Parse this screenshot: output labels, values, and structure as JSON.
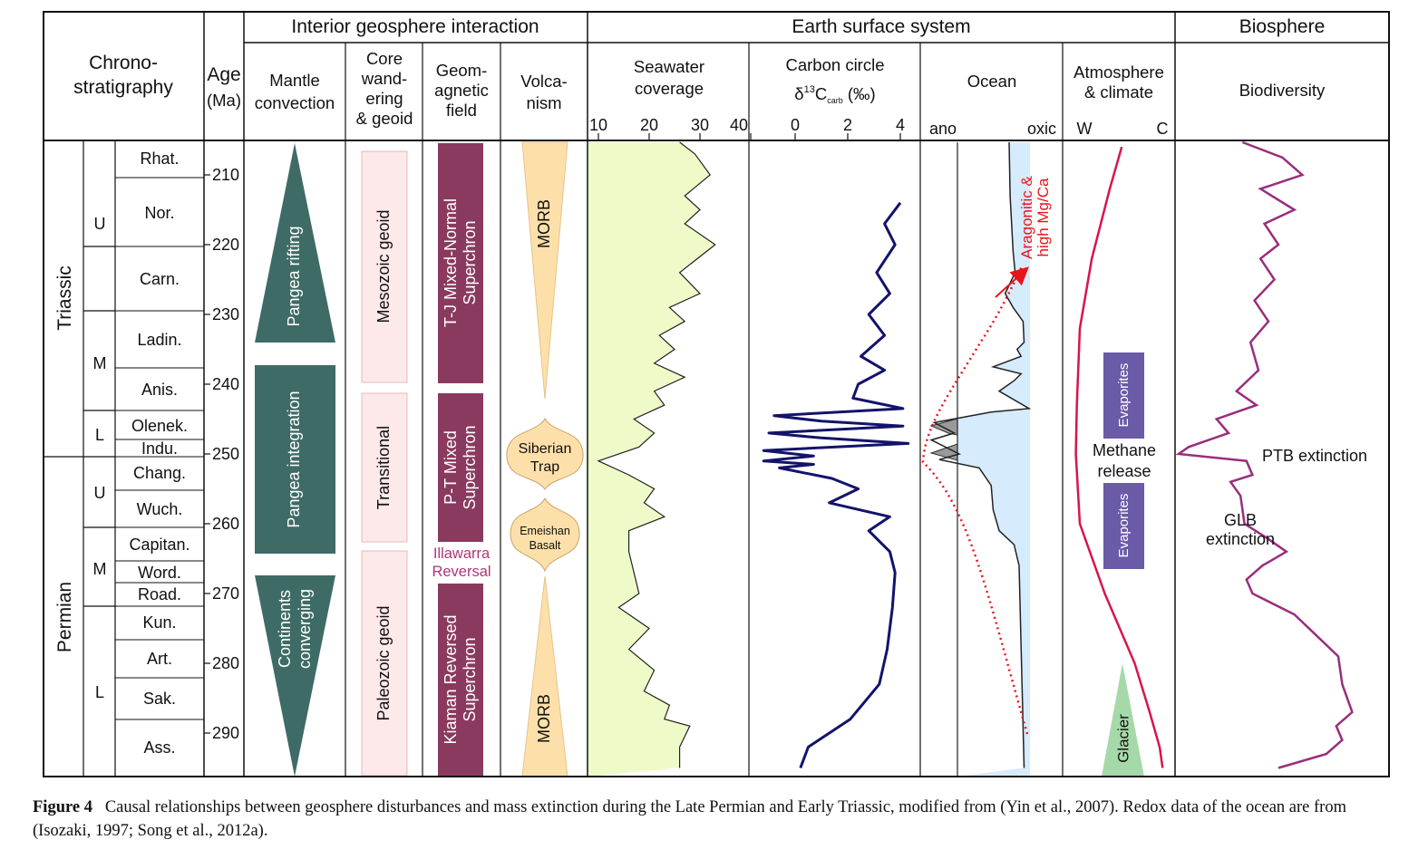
{
  "headers": {
    "chrono": [
      "Chrono-",
      "stratigraphy"
    ],
    "age": [
      "Age",
      "(Ma)"
    ],
    "interior": "Interior geosphere interaction",
    "surface": "Earth surface system",
    "biosphere": "Biosphere",
    "mantle": [
      "Mantle",
      "convection"
    ],
    "core": [
      "Core",
      "wand-",
      "ering",
      "& geoid"
    ],
    "geomag": [
      "Geom-",
      "agnetic",
      "field"
    ],
    "volc": [
      "Volca-",
      "nism"
    ],
    "seawater": [
      "Seawater",
      "coverage"
    ],
    "carbon": "Carbon circle",
    "d13c": {
      "delta": "δ",
      "sup": "13",
      "c": "C",
      "sub": "carb",
      "unit": " (‰)"
    },
    "ocean": "Ocean",
    "atmos": [
      "Atmosphere",
      "& climate"
    ],
    "biodiv": "Biodiversity"
  },
  "scales": {
    "seawater_ticks": [
      "10",
      "20",
      "30",
      "40"
    ],
    "carbon_ticks": [
      "0",
      "2",
      "4"
    ],
    "ocean_ends": [
      "ano",
      "oxic"
    ],
    "atmos_ends": [
      "W",
      "C"
    ]
  },
  "periods": [
    "Triassic",
    "Permian"
  ],
  "epochs": [
    "U",
    "M",
    "L",
    "U",
    "M",
    "L"
  ],
  "stages": [
    "Rhat.",
    "Nor.",
    "Carn.",
    "Ladin.",
    "Anis.",
    "Olenek.",
    "Indu.",
    "Chang.",
    "Wuch.",
    "Capitan.",
    "Word.",
    "Road.",
    "Kun.",
    "Art.",
    "Sak.",
    "Ass."
  ],
  "ages": [
    "210",
    "220",
    "230",
    "240",
    "250",
    "260",
    "270",
    "280",
    "290"
  ],
  "mantle": [
    "Pangea rifting",
    "Pangea integration",
    "Continents converging"
  ],
  "geoid": [
    "Mesozoic geoid",
    "Transitional",
    "Paleozoic geoid"
  ],
  "geomag": [
    "T-J Mixed-Normal Superchron",
    "P-T Mixed Superchron",
    "Kiaman Reversed Superchron"
  ],
  "illawarra": [
    "Illawarra",
    "Reversal"
  ],
  "volcanism": {
    "morb": "MORB",
    "siberian": [
      "Siberian",
      "Trap"
    ],
    "emeishan": [
      "Emeishan",
      "Basalt"
    ]
  },
  "ocean_annotation": [
    "Aragonitic &",
    "high Mg/Ca"
  ],
  "atmos_labels": {
    "evaporites": "Evaporites",
    "methane": [
      "Methane",
      "release"
    ],
    "glacier": "Glacier"
  },
  "bio_labels": {
    "ptb": "PTB extinction",
    "glb": [
      "GLB",
      "extinction"
    ]
  },
  "caption": {
    "label": "Figure 4",
    "text": "Causal relationships between geosphere disturbances and mass extinction during the Late Permian and Early Triassic, modified from (Yin et al., 2007). Redox data of the ocean are from (Isozaki, 1997; Song et al., 2012a)."
  },
  "chart_data": {
    "type": "line",
    "y_axis": "Age (Ma)",
    "ylim": [
      295,
      205
    ],
    "series": [
      {
        "name": "Seawater coverage",
        "x_ticks": [
          10,
          20,
          30,
          40
        ],
        "points": [
          [
            26,
            205
          ],
          [
            29,
            207
          ],
          [
            32,
            210
          ],
          [
            27,
            213
          ],
          [
            30,
            215
          ],
          [
            27,
            217
          ],
          [
            33,
            220
          ],
          [
            26,
            224
          ],
          [
            30,
            227
          ],
          [
            24,
            229
          ],
          [
            27,
            231
          ],
          [
            22,
            233
          ],
          [
            25,
            235
          ],
          [
            21,
            237
          ],
          [
            27,
            239
          ],
          [
            21,
            241
          ],
          [
            23,
            243
          ],
          [
            17,
            245
          ],
          [
            21,
            247
          ],
          [
            18,
            249
          ],
          [
            10,
            251
          ],
          [
            16,
            253
          ],
          [
            21,
            255
          ],
          [
            19,
            257
          ],
          [
            23,
            259
          ],
          [
            16,
            261
          ],
          [
            16,
            264
          ],
          [
            17,
            267
          ],
          [
            18,
            270
          ],
          [
            14,
            272
          ],
          [
            20,
            275
          ],
          [
            16,
            278
          ],
          [
            21,
            281
          ],
          [
            19,
            284
          ],
          [
            24,
            286
          ],
          [
            23,
            288
          ],
          [
            28,
            289
          ],
          [
            26,
            292
          ],
          [
            26,
            295
          ]
        ]
      },
      {
        "name": "δ13C carb (‰)",
        "x_ticks": [
          0,
          2,
          4
        ],
        "points": [
          [
            4.0,
            214
          ],
          [
            3.4,
            217
          ],
          [
            3.8,
            220
          ],
          [
            3.1,
            224
          ],
          [
            3.6,
            227
          ],
          [
            2.8,
            230
          ],
          [
            3.4,
            233
          ],
          [
            2.5,
            236
          ],
          [
            3.4,
            238
          ],
          [
            2.4,
            240
          ],
          [
            2.2,
            242
          ],
          [
            4.1,
            243.5
          ],
          [
            -0.8,
            244.5
          ],
          [
            1.0,
            245.3
          ],
          [
            4.1,
            246
          ],
          [
            -1.0,
            247
          ],
          [
            1.0,
            247.7
          ],
          [
            4.3,
            248.5
          ],
          [
            -1.2,
            249.5
          ],
          [
            0.7,
            250.3
          ],
          [
            -1.2,
            251
          ],
          [
            0.7,
            251.5
          ],
          [
            -0.6,
            252
          ],
          [
            1.4,
            253.5
          ],
          [
            2.4,
            255
          ],
          [
            1.3,
            257
          ],
          [
            3.6,
            259
          ],
          [
            2.8,
            261
          ],
          [
            3.6,
            264
          ],
          [
            3.8,
            267
          ],
          [
            3.7,
            272
          ],
          [
            3.5,
            278
          ],
          [
            3.2,
            283
          ],
          [
            2.1,
            288
          ],
          [
            1.3,
            290
          ],
          [
            0.5,
            292
          ],
          [
            0.2,
            295
          ]
        ]
      },
      {
        "name": "Ocean redox",
        "x_ticks": [
          "ano",
          "oxic"
        ],
        "points": [
          [
            0.8,
            205
          ],
          [
            0.81,
            213
          ],
          [
            0.84,
            221
          ],
          [
            0.86,
            224
          ],
          [
            0.76,
            227
          ],
          [
            0.84,
            229
          ],
          [
            0.94,
            231
          ],
          [
            0.95,
            234
          ],
          [
            0.88,
            235
          ],
          [
            0.92,
            236
          ],
          [
            0.64,
            237.5
          ],
          [
            0.92,
            238.5
          ],
          [
            0.85,
            239.5
          ],
          [
            0.7,
            241
          ],
          [
            1.0,
            243.5
          ],
          [
            0.62,
            244
          ],
          [
            0.05,
            245.5
          ],
          [
            0.25,
            247
          ],
          [
            0.02,
            248
          ],
          [
            0.3,
            250
          ],
          [
            0.1,
            250.8
          ],
          [
            0.5,
            252
          ],
          [
            0.62,
            254.5
          ],
          [
            0.64,
            258
          ],
          [
            0.7,
            261
          ],
          [
            0.85,
            263
          ],
          [
            0.9,
            266
          ],
          [
            0.95,
            295
          ]
        ]
      },
      {
        "name": "Atmosphere & climate",
        "x_ticks": [
          "W",
          "C"
        ],
        "points": [
          [
            0.52,
            206
          ],
          [
            0.4,
            212
          ],
          [
            0.22,
            222
          ],
          [
            0.1,
            232
          ],
          [
            0.07,
            243
          ],
          [
            0.06,
            250
          ],
          [
            0.1,
            260
          ],
          [
            0.35,
            270
          ],
          [
            0.65,
            280
          ],
          [
            0.8,
            287
          ],
          [
            0.9,
            292
          ],
          [
            0.93,
            295
          ]
        ]
      },
      {
        "name": "Biodiversity",
        "points": [
          [
            0.32,
            205
          ],
          [
            0.52,
            207.5
          ],
          [
            0.62,
            210
          ],
          [
            0.41,
            212
          ],
          [
            0.58,
            215
          ],
          [
            0.43,
            217
          ],
          [
            0.5,
            220
          ],
          [
            0.41,
            222
          ],
          [
            0.48,
            225
          ],
          [
            0.38,
            228
          ],
          [
            0.45,
            231
          ],
          [
            0.36,
            234
          ],
          [
            0.4,
            238
          ],
          [
            0.29,
            241
          ],
          [
            0.39,
            243
          ],
          [
            0.19,
            245
          ],
          [
            0.25,
            247
          ],
          [
            0.05,
            249
          ],
          [
            0.0,
            250
          ],
          [
            0.34,
            251
          ],
          [
            0.37,
            253
          ],
          [
            0.26,
            254
          ],
          [
            0.31,
            256
          ],
          [
            0.33,
            260
          ],
          [
            0.44,
            262
          ],
          [
            0.54,
            264
          ],
          [
            0.42,
            266
          ],
          [
            0.34,
            268
          ],
          [
            0.37,
            270
          ],
          [
            0.58,
            273
          ],
          [
            0.69,
            276
          ],
          [
            0.8,
            279
          ],
          [
            0.82,
            283
          ],
          [
            0.87,
            287
          ],
          [
            0.79,
            289
          ],
          [
            0.82,
            291
          ],
          [
            0.74,
            293
          ],
          [
            0.5,
            295
          ]
        ]
      }
    ]
  }
}
